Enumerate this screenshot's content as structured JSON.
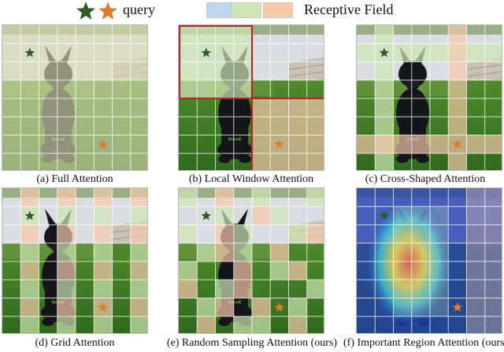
{
  "legend": {
    "query_label": "query",
    "receptive_field_label": "Receptive Field",
    "swatch_colors": [
      "#bcd7ee",
      "#cde6b4",
      "#f7c9ab"
    ],
    "star_colors": [
      "#2d5a27",
      "#e07a2d"
    ]
  },
  "panels": [
    {
      "id": "a",
      "caption": "(a) Full Attention"
    },
    {
      "id": "b",
      "caption": "(b) Local Window Attention"
    },
    {
      "id": "c",
      "caption": "(c) Cross-Shaped Attention"
    },
    {
      "id": "d",
      "caption": "(d) Grid Attention"
    },
    {
      "id": "e",
      "caption": "(e) Random Sampling Attention (ours)"
    },
    {
      "id": "f",
      "caption": "(f) Important Region Attention (ours)"
    }
  ],
  "colors": {
    "green_field": "#cde6b4",
    "orange_field": "#f7c9ab",
    "window_border": "#c0202a",
    "green_star": "#2d5a27",
    "orange_star": "#e07a2d"
  }
}
